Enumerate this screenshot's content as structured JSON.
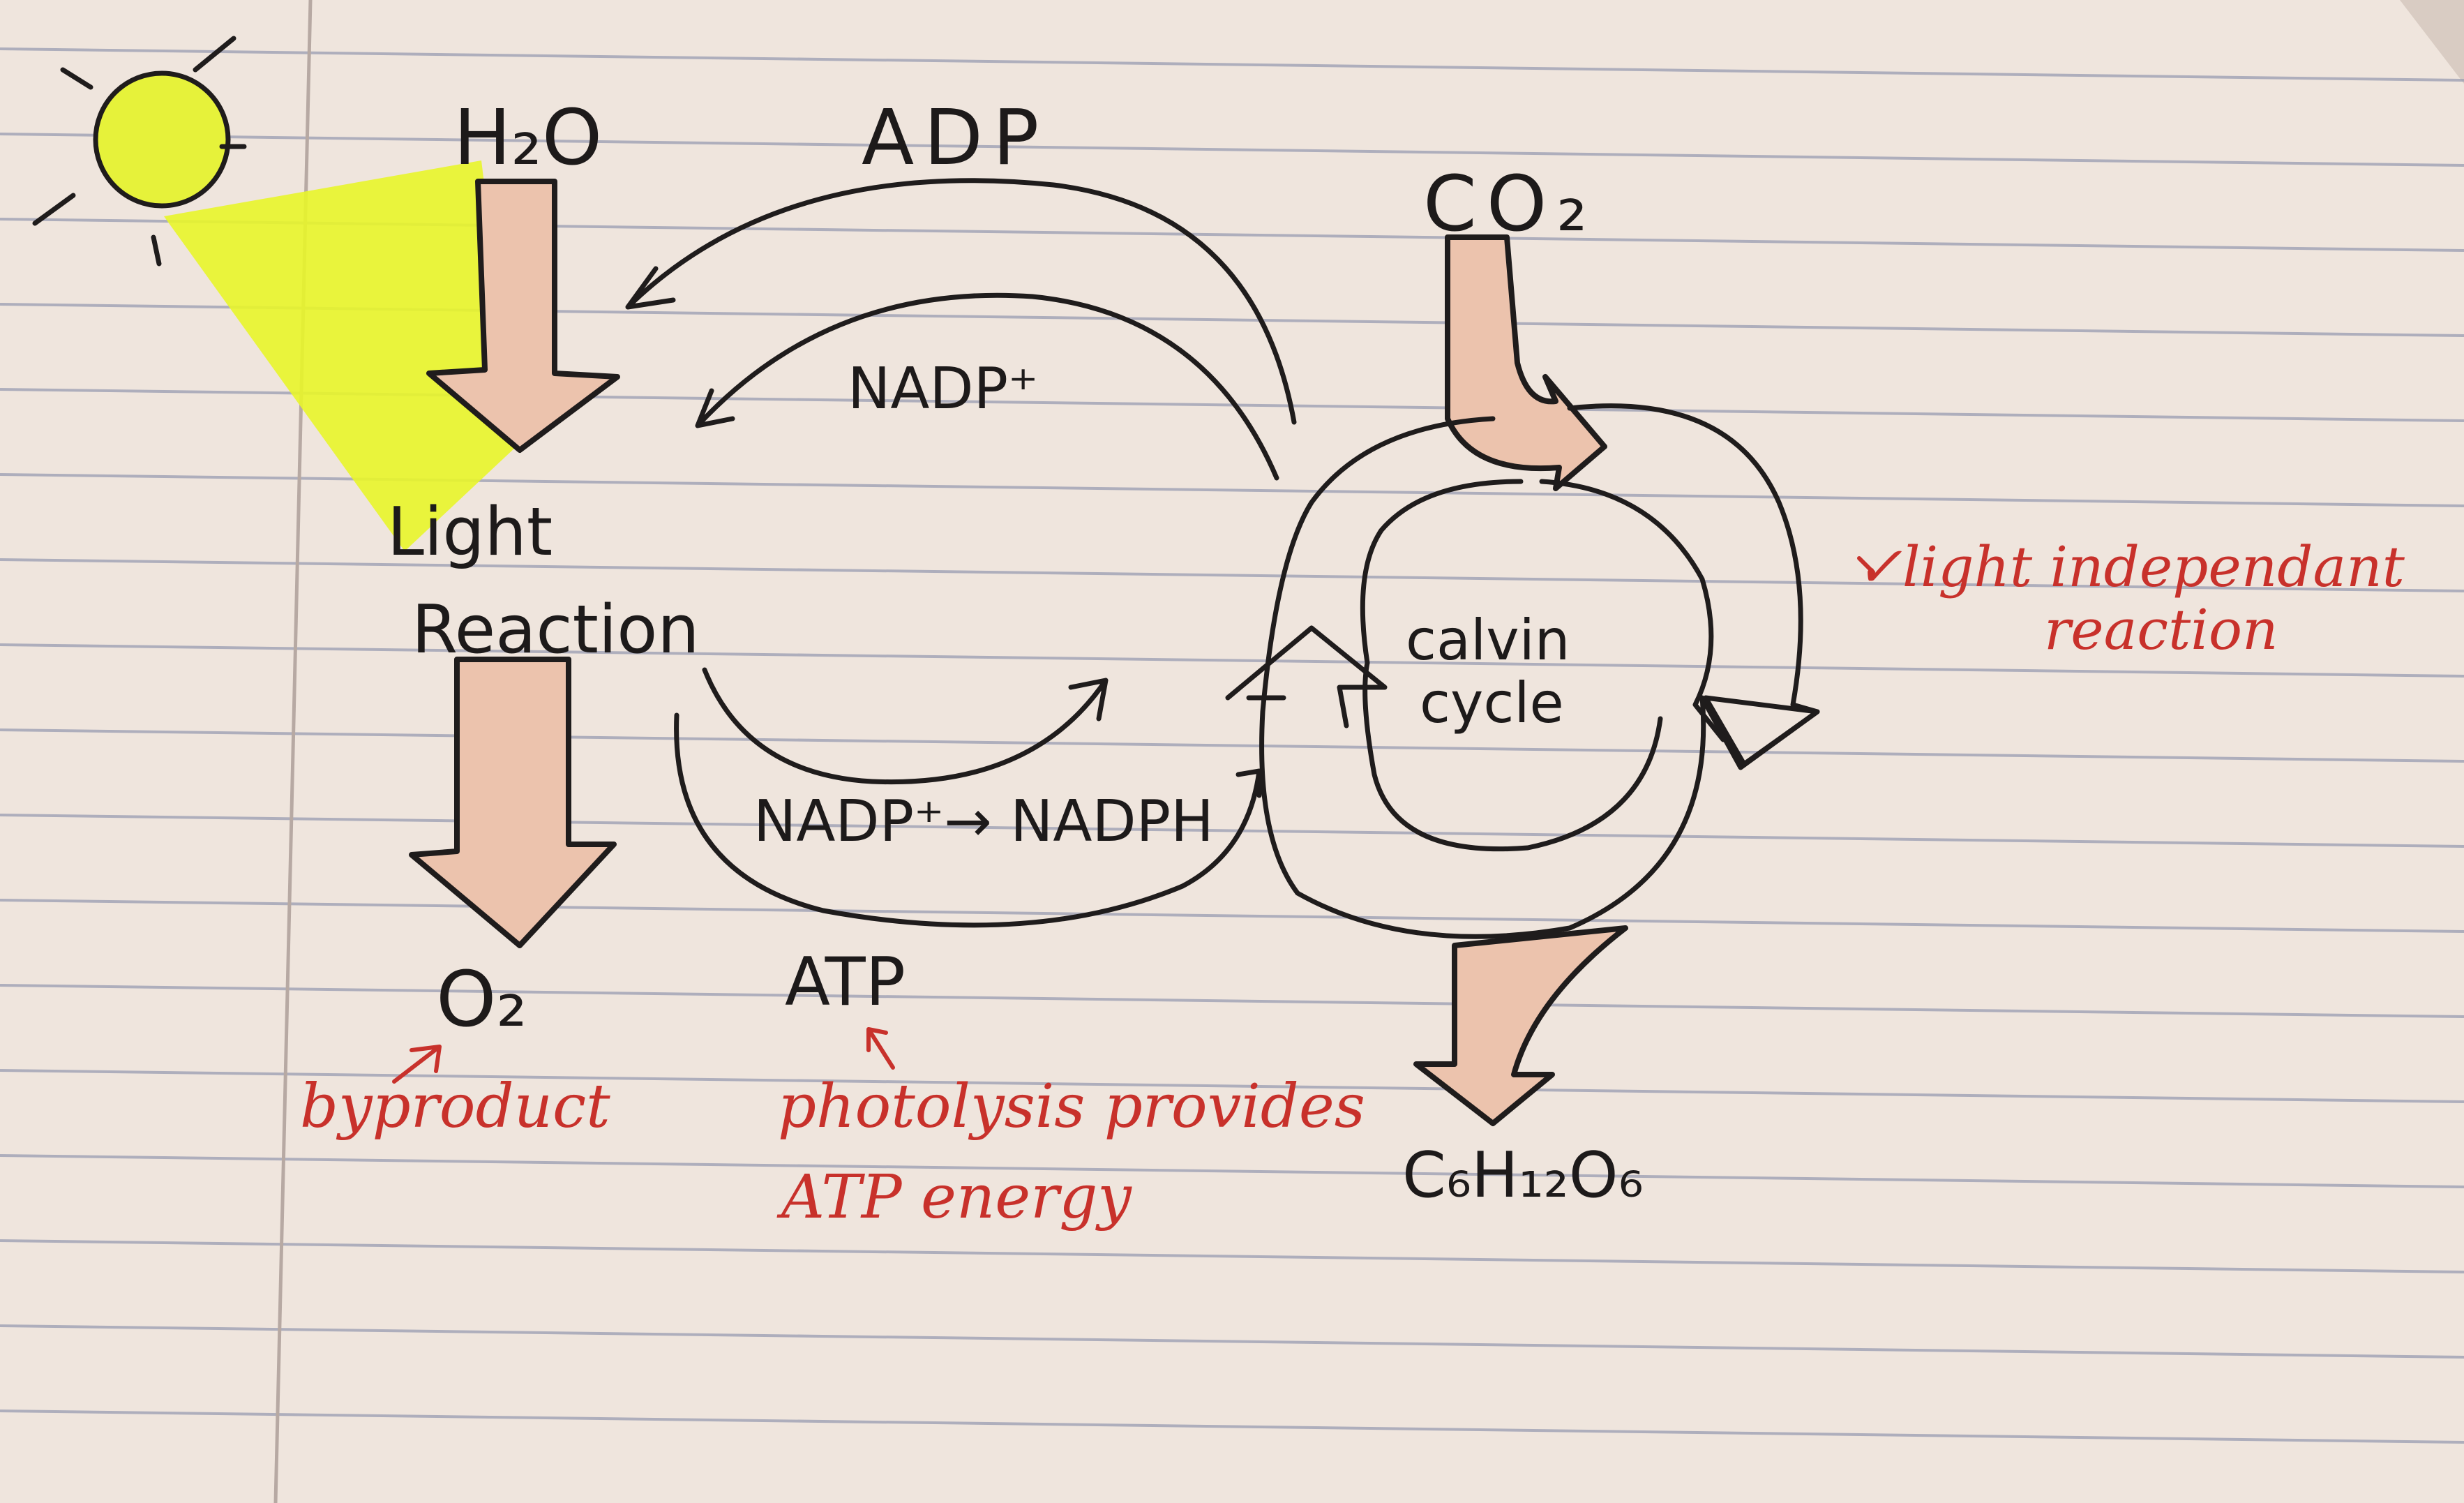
{
  "diagram": {
    "title": "",
    "labels": {
      "water": "H₂O",
      "adp": "ADP",
      "co2": "CO₂",
      "nadp_plus": "NADP⁺",
      "light_reaction_1": "Light",
      "light_reaction_2": "Reaction",
      "nadp_to_nadph": "NADP⁺→ NADPH",
      "atp": "ATP",
      "oxygen": "O₂",
      "glucose": "C₆H₁₂O₆",
      "calvin_1": "calvin",
      "calvin_2": "cycle"
    },
    "annotations": {
      "byproduct": "byproduct",
      "photolysis_1": "photolysis provides",
      "photolysis_2": "ATP energy",
      "light_independent_1": "✓light independant",
      "light_independent_2": "reaction"
    },
    "colors": {
      "paper": "#efe5dd",
      "rule_line": "#9ea1b4",
      "margin_line": "#b7a9a3",
      "highlight": "#e8f52a",
      "arrow_fill": "#ecc3ad",
      "ink": "#1d1a1a",
      "red_ink": "#c8312b"
    }
  }
}
